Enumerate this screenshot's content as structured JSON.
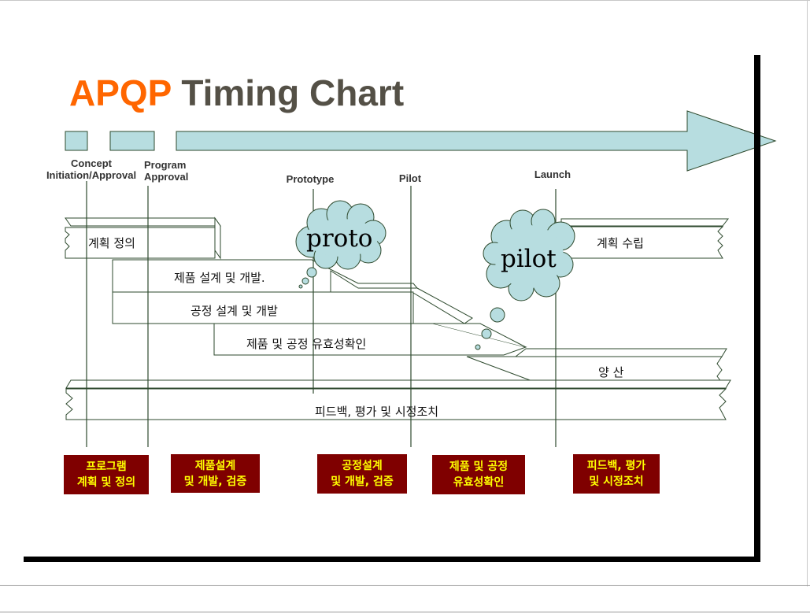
{
  "title": {
    "part1": "APQP",
    "part2": "Timing Chart"
  },
  "milestones": {
    "concept": [
      "Concept",
      "Initiation/Approval"
    ],
    "program": [
      "Program",
      "Approval"
    ],
    "prototype": "Prototype",
    "pilot": "Pilot",
    "launch": "Launch"
  },
  "bars": {
    "plan_define": "계획 정의",
    "product_design": "제품 설계 및 개발.",
    "process_design": "공정 설계 및 개발",
    "validation": "제품 및 공정 유효성확인",
    "production": "양 산",
    "feedback": "피드백, 평가 및 시정조치",
    "plan_establish": "계획 수립"
  },
  "clouds": {
    "proto": "proto",
    "pilot": "pilot"
  },
  "phase_boxes": [
    {
      "line1": "프로그램",
      "line2": "계획 및 정의"
    },
    {
      "line1": "제품설계",
      "line2": "및 개발, 검증"
    },
    {
      "line1": "공정설계",
      "line2": "및 개발, 검증"
    },
    {
      "line1": "제품 및 공정",
      "line2": "유효성확인"
    },
    {
      "line1": "피드백, 평가",
      "line2": "및 시정조치"
    }
  ],
  "colors": {
    "accent_orange": "#ff6600",
    "title_gray": "#545046",
    "arrow_fill": "#b7dde0",
    "cloud_fill": "#b7dde0",
    "box_fill": "#7f0000",
    "box_text": "#ffff00",
    "line_green": "#2e4a2e"
  }
}
